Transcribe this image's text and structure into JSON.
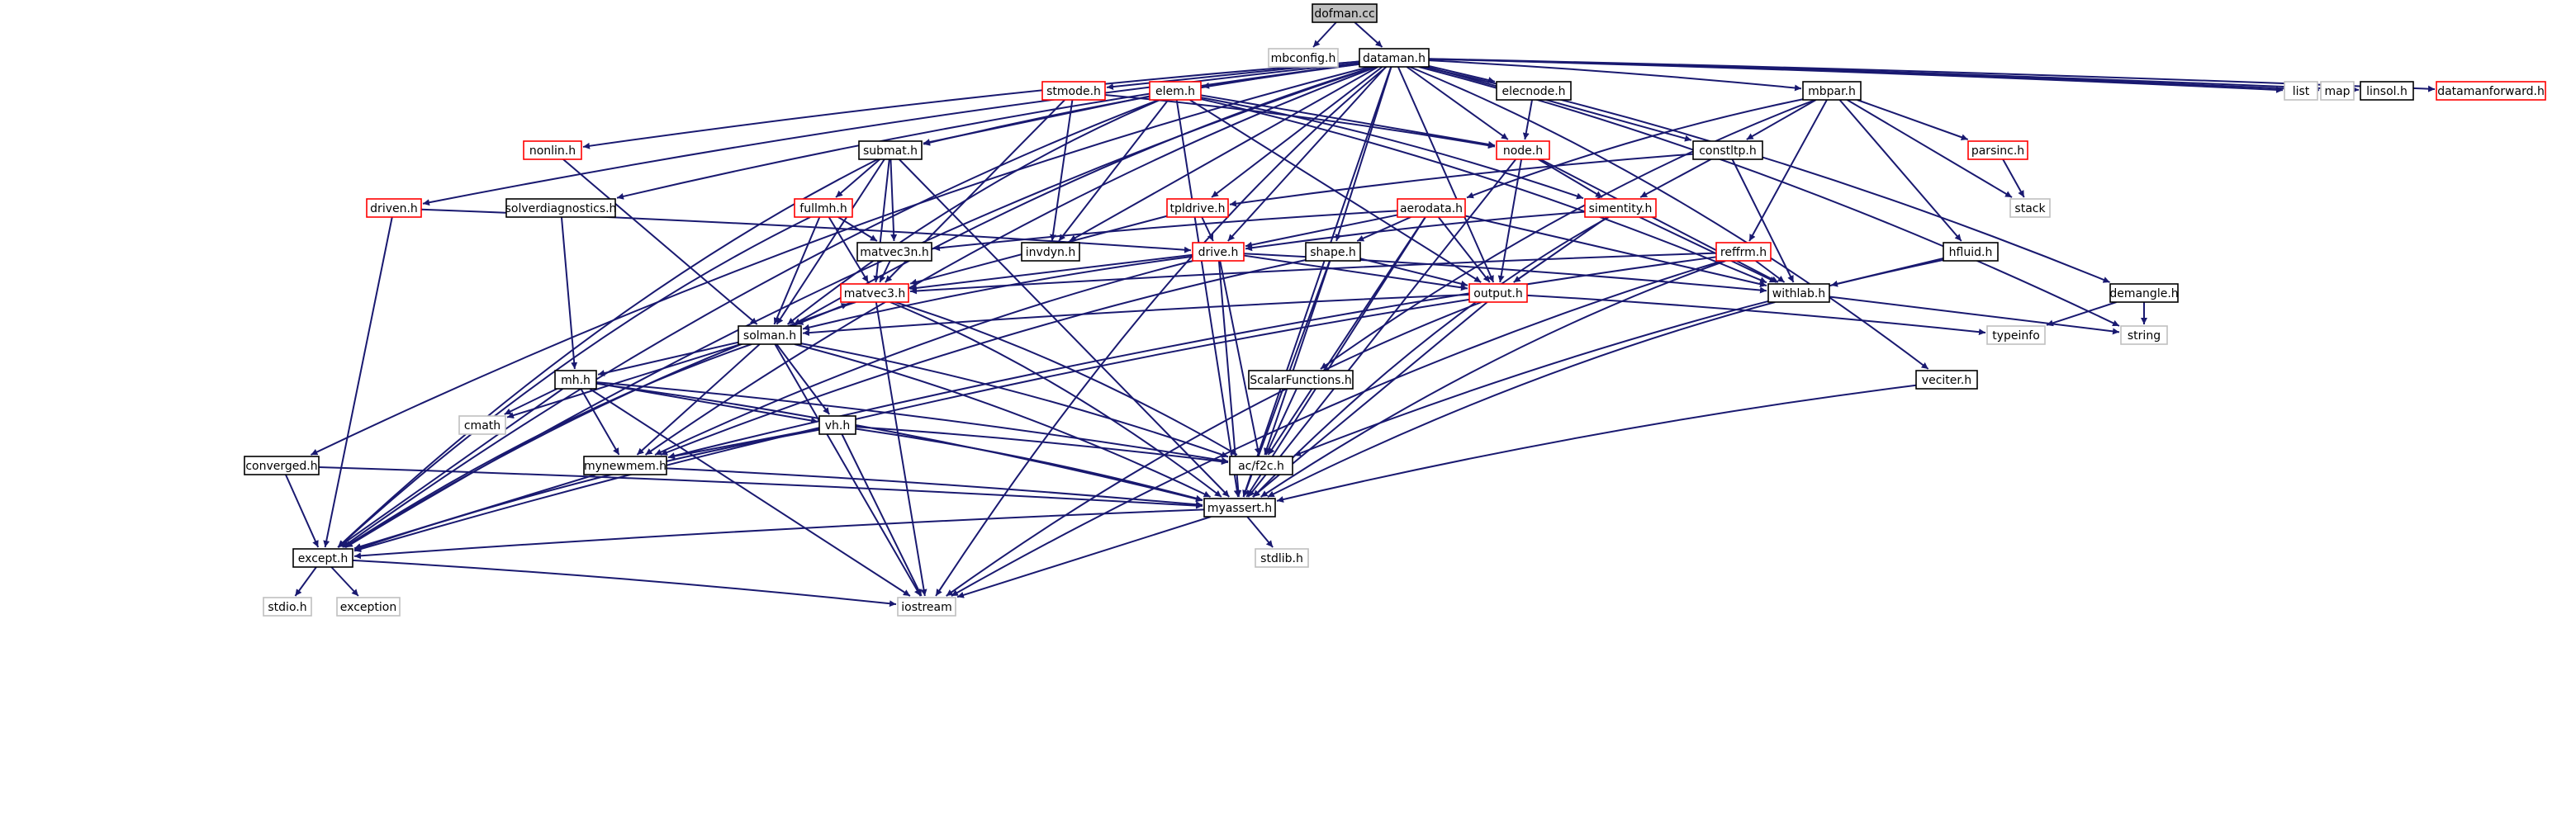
{
  "colors": {
    "edge": "#191970",
    "default_border": "#000000",
    "red_border": "#ff0000",
    "gray_border": "#bfbfbf",
    "root_fill": "#bfbfbf",
    "fill": "#ffffff"
  },
  "nodes": [
    {
      "id": "dofman_cc",
      "label": "dofman.cc",
      "style": "root"
    },
    {
      "id": "mbconfig_h",
      "label": "mbconfig.h",
      "style": "gray"
    },
    {
      "id": "dataman_h",
      "label": "dataman.h",
      "style": "default"
    },
    {
      "id": "stmode_h",
      "label": "stmode.h",
      "style": "red"
    },
    {
      "id": "elem_h",
      "label": "elem.h",
      "style": "red"
    },
    {
      "id": "elecnode_h",
      "label": "elecnode.h",
      "style": "default"
    },
    {
      "id": "mbpar_h",
      "label": "mbpar.h",
      "style": "default"
    },
    {
      "id": "list",
      "label": "list",
      "style": "gray"
    },
    {
      "id": "map",
      "label": "map",
      "style": "gray"
    },
    {
      "id": "linsol_h",
      "label": "linsol.h",
      "style": "default"
    },
    {
      "id": "datamanforward_h",
      "label": "datamanforward.h",
      "style": "red"
    },
    {
      "id": "nonlin_h",
      "label": "nonlin.h",
      "style": "red"
    },
    {
      "id": "submat_h",
      "label": "submat.h",
      "style": "default"
    },
    {
      "id": "node_h",
      "label": "node.h",
      "style": "red"
    },
    {
      "id": "constltp_h",
      "label": "constltp.h",
      "style": "default"
    },
    {
      "id": "parsinc_h",
      "label": "parsinc.h",
      "style": "red"
    },
    {
      "id": "stack",
      "label": "stack",
      "style": "gray"
    },
    {
      "id": "solverdiagnostics_h",
      "label": "solverdiagnostics.h",
      "style": "default"
    },
    {
      "id": "driven_h",
      "label": "driven.h",
      "style": "red"
    },
    {
      "id": "fullmh_h",
      "label": "fullmh.h",
      "style": "red"
    },
    {
      "id": "tpldrive_h",
      "label": "tpldrive.h",
      "style": "red"
    },
    {
      "id": "aerodata_h",
      "label": "aerodata.h",
      "style": "red"
    },
    {
      "id": "simentity_h",
      "label": "simentity.h",
      "style": "red"
    },
    {
      "id": "matvec3n_h",
      "label": "matvec3n.h",
      "style": "default"
    },
    {
      "id": "invdyn_h",
      "label": "invdyn.h",
      "style": "default"
    },
    {
      "id": "drive_h",
      "label": "drive.h",
      "style": "red"
    },
    {
      "id": "shape_h",
      "label": "shape.h",
      "style": "default"
    },
    {
      "id": "reffrm_h",
      "label": "reffrm.h",
      "style": "red"
    },
    {
      "id": "hfluid_h",
      "label": "hfluid.h",
      "style": "default"
    },
    {
      "id": "matvec3_h",
      "label": "matvec3.h",
      "style": "red"
    },
    {
      "id": "output_h",
      "label": "output.h",
      "style": "red"
    },
    {
      "id": "withlab_h",
      "label": "withlab.h",
      "style": "default"
    },
    {
      "id": "demangle_h",
      "label": "demangle.h",
      "style": "default"
    },
    {
      "id": "solman_h",
      "label": "solman.h",
      "style": "default"
    },
    {
      "id": "typeinfo",
      "label": "typeinfo",
      "style": "gray"
    },
    {
      "id": "string",
      "label": "string",
      "style": "gray"
    },
    {
      "id": "mh_h",
      "label": "mh.h",
      "style": "default"
    },
    {
      "id": "scalarfunctions_h",
      "label": "ScalarFunctions.h",
      "style": "default"
    },
    {
      "id": "vecitor_h",
      "label": "veciter.h",
      "style": "default"
    },
    {
      "id": "cmath",
      "label": "cmath",
      "style": "gray"
    },
    {
      "id": "vh_h",
      "label": "vh.h",
      "style": "default"
    },
    {
      "id": "ac_f2c_h",
      "label": "ac/f2c.h",
      "style": "default"
    },
    {
      "id": "converged_h",
      "label": "converged.h",
      "style": "default"
    },
    {
      "id": "mynewmem_h",
      "label": "mynewmem.h",
      "style": "default"
    },
    {
      "id": "myassert_h",
      "label": "myassert.h",
      "style": "default"
    },
    {
      "id": "stdlib_h",
      "label": "stdlib.h",
      "style": "gray"
    },
    {
      "id": "except_h",
      "label": "except.h",
      "style": "default"
    },
    {
      "id": "stdio_h",
      "label": "stdio.h",
      "style": "gray"
    },
    {
      "id": "exception",
      "label": "exception",
      "style": "gray"
    },
    {
      "id": "iostream",
      "label": "iostream",
      "style": "gray"
    }
  ],
  "edges": [
    [
      "dofman_cc",
      "mbconfig_h"
    ],
    [
      "dofman_cc",
      "dataman_h"
    ],
    [
      "dataman_h",
      "except_h"
    ],
    [
      "dataman_h",
      "converged_h"
    ],
    [
      "dataman_h",
      "mynewmem_h"
    ],
    [
      "dataman_h",
      "solman_h"
    ],
    [
      "dataman_h",
      "nonlin_h"
    ],
    [
      "dataman_h",
      "driven_h"
    ],
    [
      "dataman_h",
      "solverdiagnostics_h"
    ],
    [
      "dataman_h",
      "submat_h"
    ],
    [
      "dataman_h",
      "stmode_h"
    ],
    [
      "dataman_h",
      "elem_h"
    ],
    [
      "dataman_h",
      "invdyn_h"
    ],
    [
      "dataman_h",
      "tpldrive_h"
    ],
    [
      "dataman_h",
      "drive_h"
    ],
    [
      "dataman_h",
      "shape_h"
    ],
    [
      "dataman_h",
      "output_h"
    ],
    [
      "dataman_h",
      "elecnode_h"
    ],
    [
      "dataman_h",
      "node_h"
    ],
    [
      "dataman_h",
      "constltp_h"
    ],
    [
      "dataman_h",
      "mbpar_h"
    ],
    [
      "dataman_h",
      "myassert_h"
    ],
    [
      "dataman_h",
      "vecitor_h"
    ],
    [
      "dataman_h",
      "demangle_h"
    ],
    [
      "dataman_h",
      "string"
    ],
    [
      "dataman_h",
      "iostream"
    ],
    [
      "dataman_h",
      "list"
    ],
    [
      "dataman_h",
      "map"
    ],
    [
      "dataman_h",
      "linsol_h"
    ],
    [
      "dataman_h",
      "datamanforward_h"
    ],
    [
      "stmode_h",
      "node_h"
    ],
    [
      "stmode_h",
      "invdyn_h"
    ],
    [
      "stmode_h",
      "matvec3_h"
    ],
    [
      "elem_h",
      "submat_h"
    ],
    [
      "elem_h",
      "node_h"
    ],
    [
      "elem_h",
      "simentity_h"
    ],
    [
      "elem_h",
      "output_h"
    ],
    [
      "elem_h",
      "withlab_h"
    ],
    [
      "elem_h",
      "invdyn_h"
    ],
    [
      "elem_h",
      "myassert_h"
    ],
    [
      "elem_h",
      "except_h"
    ],
    [
      "elem_h",
      "solman_h"
    ],
    [
      "elecnode_h",
      "node_h"
    ],
    [
      "mbpar_h",
      "parsinc_h"
    ],
    [
      "mbpar_h",
      "stack"
    ],
    [
      "mbpar_h",
      "constltp_h"
    ],
    [
      "mbpar_h",
      "reffrm_h"
    ],
    [
      "mbpar_h",
      "hfluid_h"
    ],
    [
      "mbpar_h",
      "aerodata_h"
    ],
    [
      "mbpar_h",
      "scalarfunctions_h"
    ],
    [
      "nonlin_h",
      "solman_h"
    ],
    [
      "submat_h",
      "fullmh_h"
    ],
    [
      "submat_h",
      "matvec3n_h"
    ],
    [
      "submat_h",
      "matvec3_h"
    ],
    [
      "submat_h",
      "solman_h"
    ],
    [
      "submat_h",
      "myassert_h"
    ],
    [
      "submat_h",
      "except_h"
    ],
    [
      "node_h",
      "simentity_h"
    ],
    [
      "node_h",
      "output_h"
    ],
    [
      "node_h",
      "withlab_h"
    ],
    [
      "node_h",
      "myassert_h"
    ],
    [
      "constltp_h",
      "simentity_h"
    ],
    [
      "constltp_h",
      "tpldrive_h"
    ],
    [
      "constltp_h",
      "withlab_h"
    ],
    [
      "parsinc_h",
      "stack"
    ],
    [
      "solverdiagnostics_h",
      "mh_h"
    ],
    [
      "driven_h",
      "drive_h"
    ],
    [
      "driven_h",
      "except_h"
    ],
    [
      "fullmh_h",
      "matvec3n_h"
    ],
    [
      "fullmh_h",
      "matvec3_h"
    ],
    [
      "fullmh_h",
      "solman_h"
    ],
    [
      "fullmh_h",
      "except_h"
    ],
    [
      "tpldrive_h",
      "drive_h"
    ],
    [
      "tpldrive_h",
      "matvec3_h"
    ],
    [
      "aerodata_h",
      "matvec3n_h"
    ],
    [
      "aerodata_h",
      "drive_h"
    ],
    [
      "aerodata_h",
      "shape_h"
    ],
    [
      "aerodata_h",
      "output_h"
    ],
    [
      "aerodata_h",
      "withlab_h"
    ],
    [
      "aerodata_h",
      "ac_f2c_h"
    ],
    [
      "aerodata_h",
      "myassert_h"
    ],
    [
      "simentity_h",
      "drive_h"
    ],
    [
      "simentity_h",
      "output_h"
    ],
    [
      "simentity_h",
      "withlab_h"
    ],
    [
      "simentity_h",
      "myassert_h"
    ],
    [
      "matvec3n_h",
      "matvec3_h"
    ],
    [
      "drive_h",
      "matvec3_h"
    ],
    [
      "drive_h",
      "solman_h"
    ],
    [
      "drive_h",
      "output_h"
    ],
    [
      "drive_h",
      "withlab_h"
    ],
    [
      "drive_h",
      "mynewmem_h"
    ],
    [
      "drive_h",
      "ac_f2c_h"
    ],
    [
      "drive_h",
      "myassert_h"
    ],
    [
      "shape_h",
      "output_h"
    ],
    [
      "shape_h",
      "mynewmem_h"
    ],
    [
      "shape_h",
      "ac_f2c_h"
    ],
    [
      "shape_h",
      "myassert_h"
    ],
    [
      "reffrm_h",
      "matvec3_h"
    ],
    [
      "reffrm_h",
      "withlab_h"
    ],
    [
      "reffrm_h",
      "mynewmem_h"
    ],
    [
      "reffrm_h",
      "myassert_h"
    ],
    [
      "reffrm_h",
      "iostream"
    ],
    [
      "hfluid_h",
      "withlab_h"
    ],
    [
      "hfluid_h",
      "ac_f2c_h"
    ],
    [
      "matvec3_h",
      "solman_h"
    ],
    [
      "matvec3_h",
      "except_h"
    ],
    [
      "matvec3_h",
      "ac_f2c_h"
    ],
    [
      "matvec3_h",
      "myassert_h"
    ],
    [
      "matvec3_h",
      "iostream"
    ],
    [
      "output_h",
      "solman_h"
    ],
    [
      "output_h",
      "typeinfo"
    ],
    [
      "output_h",
      "myassert_h"
    ],
    [
      "output_h",
      "iostream"
    ],
    [
      "output_h",
      "except_h"
    ],
    [
      "withlab_h",
      "string"
    ],
    [
      "withlab_h",
      "myassert_h"
    ],
    [
      "demangle_h",
      "typeinfo"
    ],
    [
      "demangle_h",
      "string"
    ],
    [
      "solman_h",
      "matvec3_h"
    ],
    [
      "solman_h",
      "mh_h"
    ],
    [
      "solman_h",
      "vh_h"
    ],
    [
      "solman_h",
      "cmath"
    ],
    [
      "solman_h",
      "mynewmem_h"
    ],
    [
      "solman_h",
      "ac_f2c_h"
    ],
    [
      "solman_h",
      "myassert_h"
    ],
    [
      "solman_h",
      "iostream"
    ],
    [
      "solman_h",
      "except_h"
    ],
    [
      "mh_h",
      "cmath"
    ],
    [
      "mh_h",
      "vh_h"
    ],
    [
      "mh_h",
      "mynewmem_h"
    ],
    [
      "mh_h",
      "ac_f2c_h"
    ],
    [
      "mh_h",
      "myassert_h"
    ],
    [
      "mh_h",
      "except_h"
    ],
    [
      "mh_h",
      "iostream"
    ],
    [
      "scalarfunctions_h",
      "ac_f2c_h"
    ],
    [
      "vecitor_h",
      "myassert_h"
    ],
    [
      "vh_h",
      "mynewmem_h"
    ],
    [
      "vh_h",
      "ac_f2c_h"
    ],
    [
      "vh_h",
      "myassert_h"
    ],
    [
      "vh_h",
      "except_h"
    ],
    [
      "vh_h",
      "iostream"
    ],
    [
      "converged_h",
      "except_h"
    ],
    [
      "converged_h",
      "myassert_h"
    ],
    [
      "mynewmem_h",
      "myassert_h"
    ],
    [
      "mynewmem_h",
      "except_h"
    ],
    [
      "myassert_h",
      "except_h"
    ],
    [
      "myassert_h",
      "stdlib_h"
    ],
    [
      "myassert_h",
      "iostream"
    ],
    [
      "except_h",
      "stdio_h"
    ],
    [
      "except_h",
      "exception"
    ],
    [
      "except_h",
      "iostream"
    ]
  ]
}
